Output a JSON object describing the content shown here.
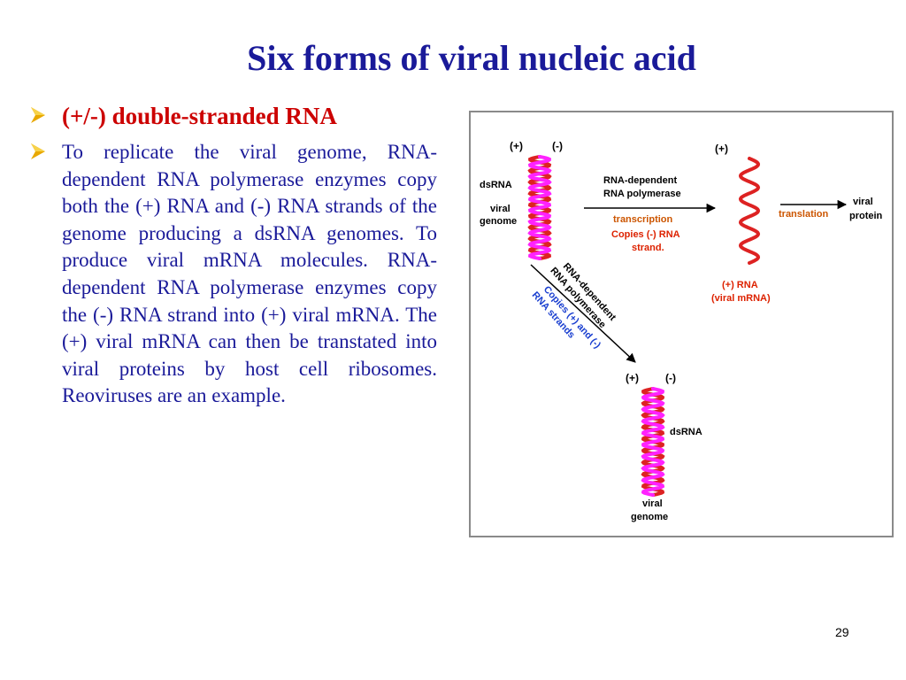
{
  "title": "Six forms of viral nucleic acid",
  "bullets": [
    {
      "label": "(+/-) double-stranded RNA",
      "icon": "arrowhead-bullet-icon"
    },
    {
      "label": "To replicate the viral genome, RNA-dependent RNA polymerase enzymes copy both the (+) RNA and (-) RNA strands of the genome producing a dsRNA genomes. To produce viral mRNA molecules. RNA-dependent RNA polymerase enzymes copy the (-) RNA strand into (+) viral mRNA. The (+) viral mRNA can then be transtated into viral proteins by host cell ribosomes. Reoviruses are an example.",
      "icon": "arrowhead-bullet-icon"
    }
  ],
  "diagram": {
    "top_plus": "(+)",
    "top_minus": "(-)",
    "dsrna_label": "dsRNA",
    "viral_genome_label": [
      "viral",
      "genome"
    ],
    "polymerase_label": [
      "RNA-dependent",
      "RNA polymerase"
    ],
    "transcription_label": "transcription",
    "copies_minus_label": [
      "Copies (-) RNA",
      "strand."
    ],
    "mrna_plus": "(+)",
    "translation_label": "translation",
    "viral_protein_label": [
      "viral",
      "protein"
    ],
    "mrna_label": [
      "(+) RNA",
      "(viral mRNA)"
    ],
    "diag_polymerase_label": [
      "RNA-dependent",
      "RNA polymerase"
    ],
    "diag_copies_label": [
      "Copies (+) and (-)",
      "RNA strands"
    ],
    "bottom_plus": "(+)",
    "bottom_minus": "(-)",
    "bottom_dsrna_label": "dsRNA",
    "bottom_genome_label": [
      "viral",
      "genome"
    ]
  },
  "colors": {
    "title": "#1a1a99",
    "heading": "#cc0000",
    "body_text": "#1a1a99",
    "bullet": "#e8a800",
    "strand_plus": "#ff22ff",
    "strand_minus": "#dd2222",
    "transcription": "#cc5500",
    "copies": "#dd2200",
    "diag_copies": "#1a3fd0"
  },
  "slide_number": "29"
}
